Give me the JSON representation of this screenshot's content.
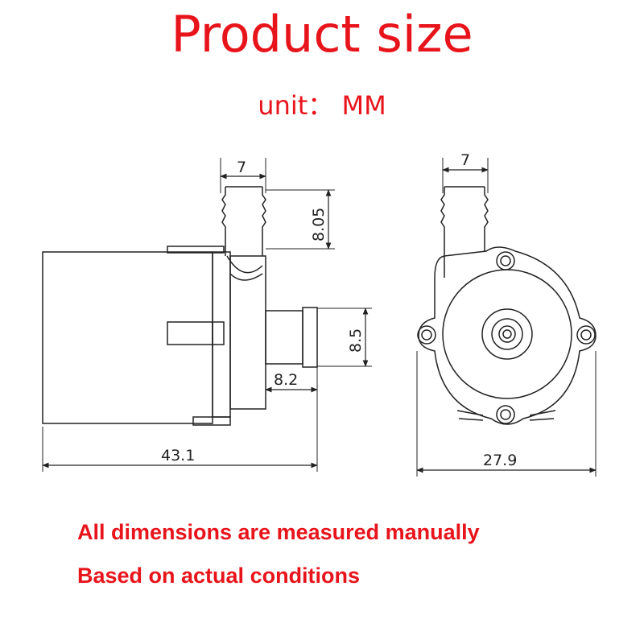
{
  "title": "Product size",
  "unit_label": "unit： MM",
  "notes": [
    "All dimensions are measured manually",
    "Based on actual conditions"
  ],
  "colors": {
    "text_red": "#e8141b",
    "line": "#222222"
  },
  "side_view": {
    "outlet_width": "7",
    "outlet_height": "8.05",
    "inlet_diameter": "8.5",
    "inlet_length": "8.2",
    "total_length": "43.1"
  },
  "front_view": {
    "outlet_width": "7",
    "total_width": "27.9"
  }
}
